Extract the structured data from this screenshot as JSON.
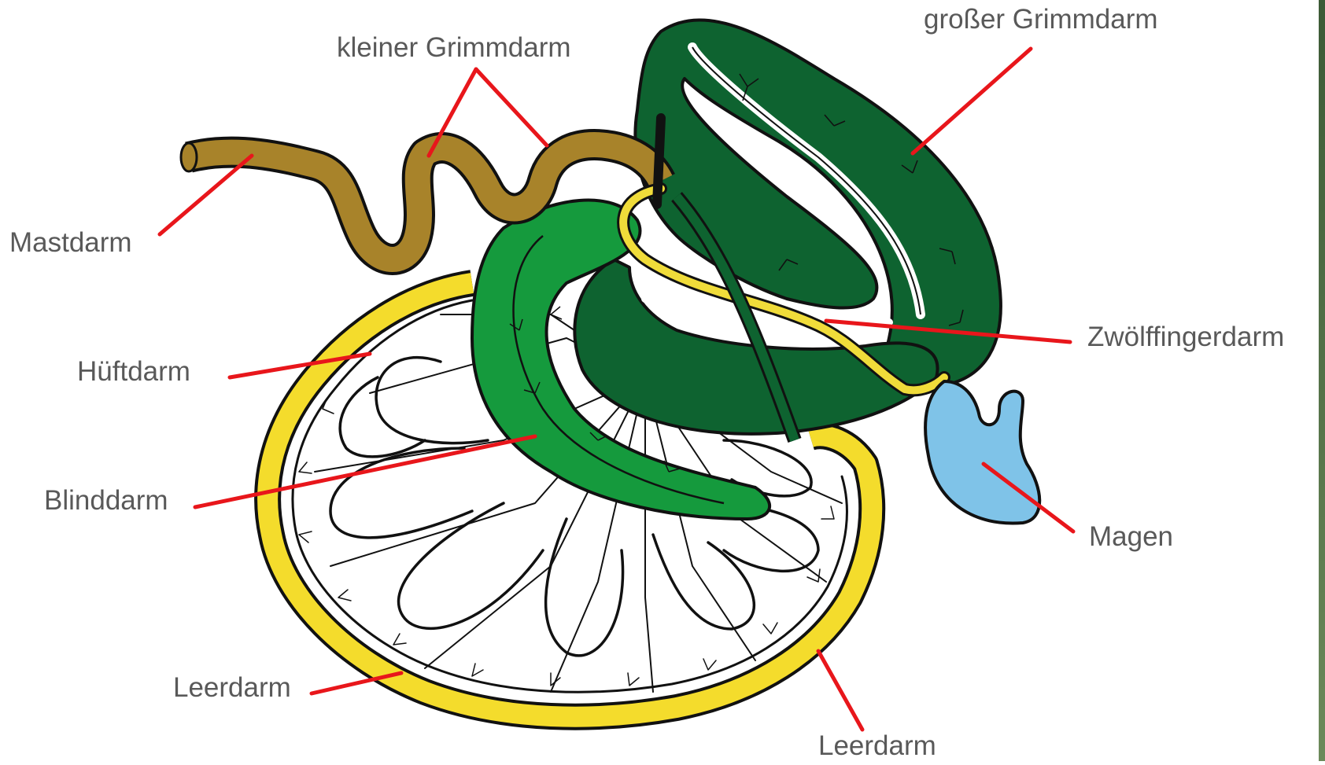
{
  "labels": {
    "kleiner_grimmdarm": "kleiner Grimmdarm",
    "grosser_grimmdarm": "großer Grimmdarm",
    "mastdarm": "Mastdarm",
    "hueftdarm": "Hüftdarm",
    "zwoelffingerdarm": "Zwölffingerdarm",
    "blinddarm": "Blinddarm",
    "magen": "Magen",
    "leerdarm_left": "Leerdarm",
    "leerdarm_bottom": "Leerdarm"
  },
  "colors": {
    "leader_lines": "#e8161b",
    "label_text": "#595959",
    "small_colon": "#a8832a",
    "large_colon": "#0e6330",
    "cecum": "#159a3d",
    "duodenum": "#f0dc3a",
    "jejunum_border": "#f4dc2c",
    "stomach": "#7fc3e8",
    "outline": "#111111"
  }
}
